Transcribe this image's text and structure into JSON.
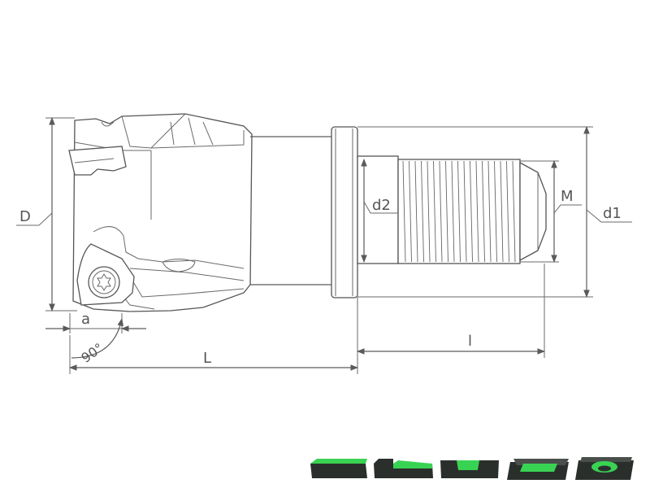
{
  "dimensions": {
    "D": "D",
    "d1": "d1",
    "d2": "d2",
    "M": "M",
    "a": "a",
    "angle": "90°",
    "L": "L",
    "l": "l"
  },
  "icons": [
    "milling-face-icon",
    "milling-step-icon",
    "milling-slot-icon",
    "milling-pocket-icon",
    "milling-circular-pocket-icon"
  ],
  "colors": {
    "accent": "#39d353",
    "icon_dark": "#2b2f2c",
    "line": "#5a5a5a"
  }
}
